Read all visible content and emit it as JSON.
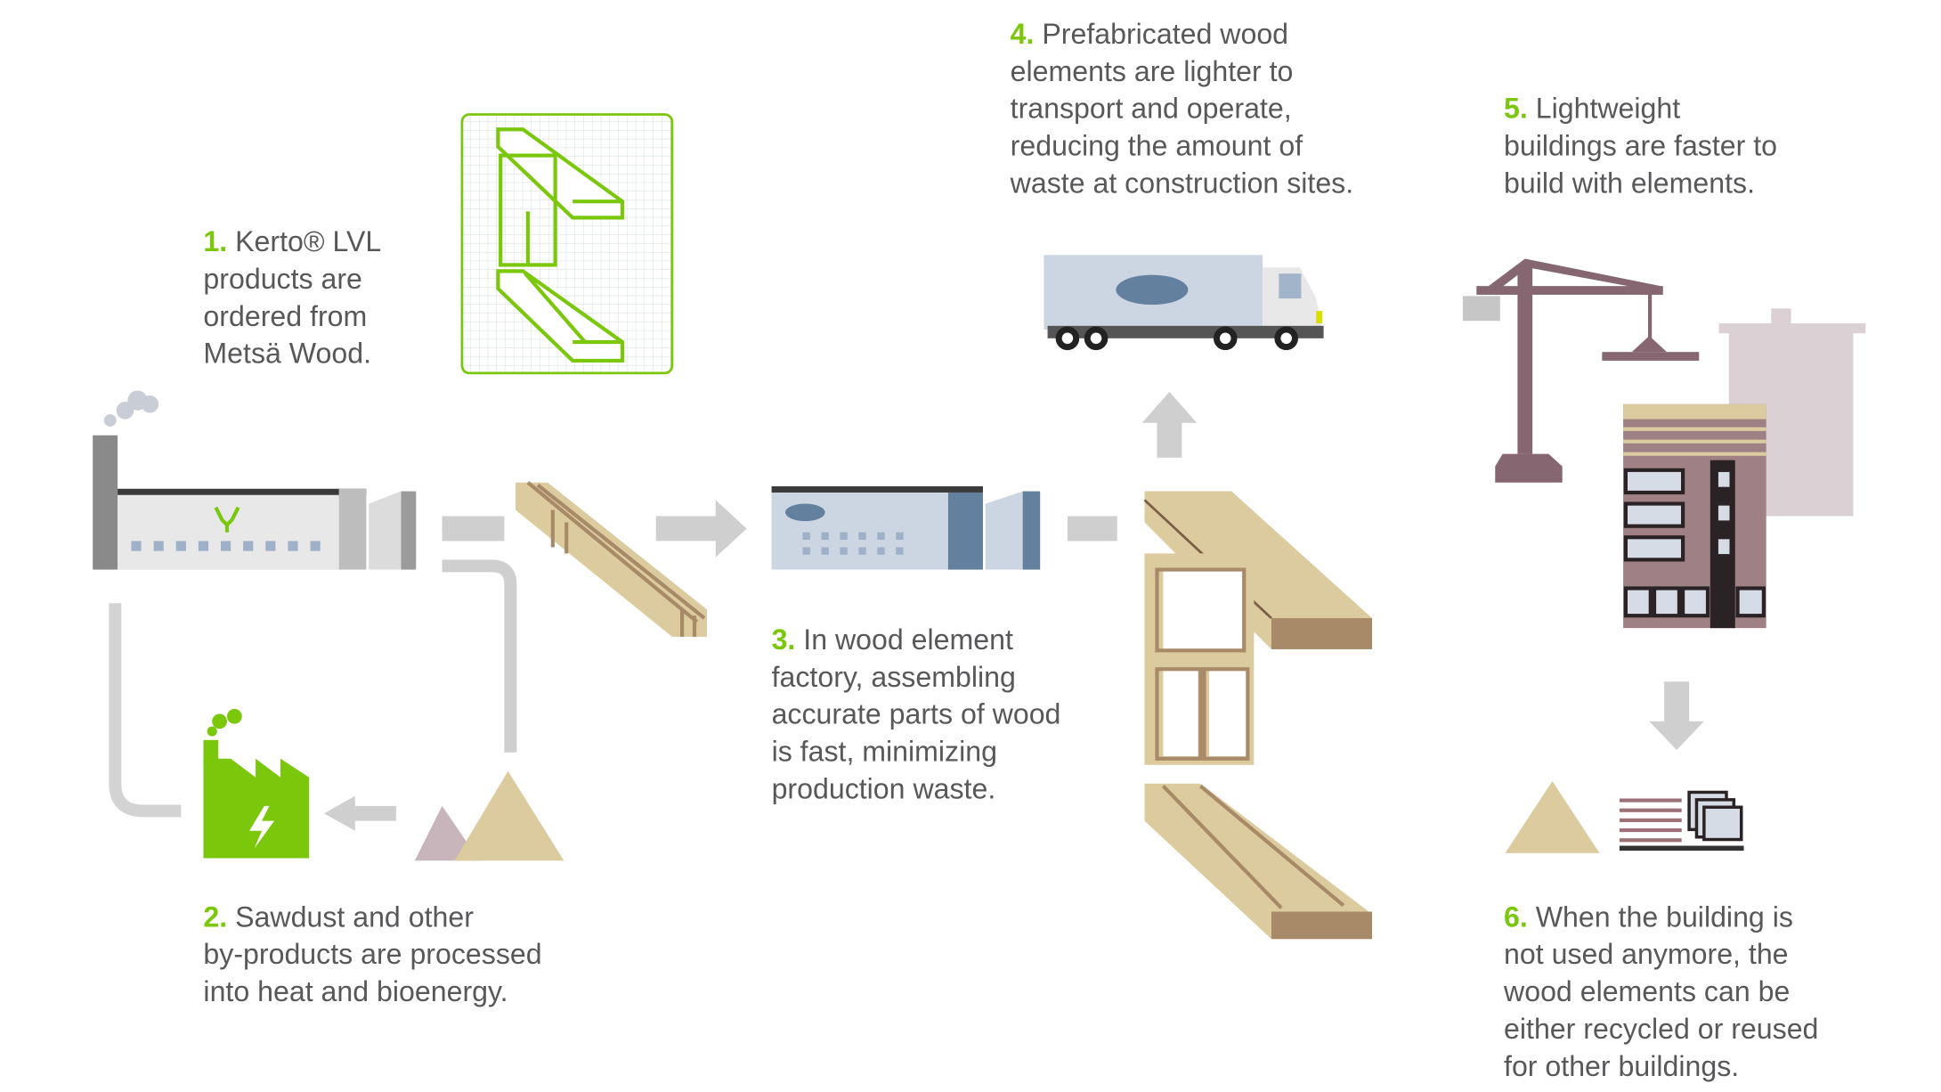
{
  "colors": {
    "accent": "#7ac70c",
    "text": "#58585a",
    "wood": "#dccb9e",
    "wood_dark": "#a88a68",
    "factory_blue": "#64809f",
    "crane": "#866670",
    "arrow": "#cfcfcf"
  },
  "steps": [
    {
      "number": "1.",
      "lines": [
        "Kerto® LVL",
        "products are",
        "ordered from",
        "Metsä Wood."
      ]
    },
    {
      "number": "2.",
      "lines": [
        "Sawdust and other",
        "by-products are processed",
        "into heat and bioenergy."
      ]
    },
    {
      "number": "3.",
      "lines": [
        "In wood element",
        "factory, assembling",
        "accurate parts of wood",
        "is fast, minimizing",
        "production waste."
      ]
    },
    {
      "number": "4.",
      "lines": [
        "Prefabricated wood",
        "elements are lighter to",
        "transport and operate,",
        "reducing the amount of",
        "waste at construction sites."
      ]
    },
    {
      "number": "5.",
      "lines": [
        "Lightweight",
        "buildings are faster to",
        "build with elements."
      ]
    },
    {
      "number": "6.",
      "lines": [
        "When the building is",
        "not used anymore, the",
        "wood elements can be",
        "either recycled or reused",
        "for other buildings."
      ]
    }
  ],
  "icons": [
    "lvl-mill-icon",
    "kerto-element-icon",
    "lvl-beams-icon",
    "element-factory-icon",
    "truck-icon",
    "wood-elements-icon",
    "crane-icon",
    "building-icon",
    "bioenergy-plant-icon",
    "sawdust-icon",
    "recycle-materials-icon"
  ]
}
